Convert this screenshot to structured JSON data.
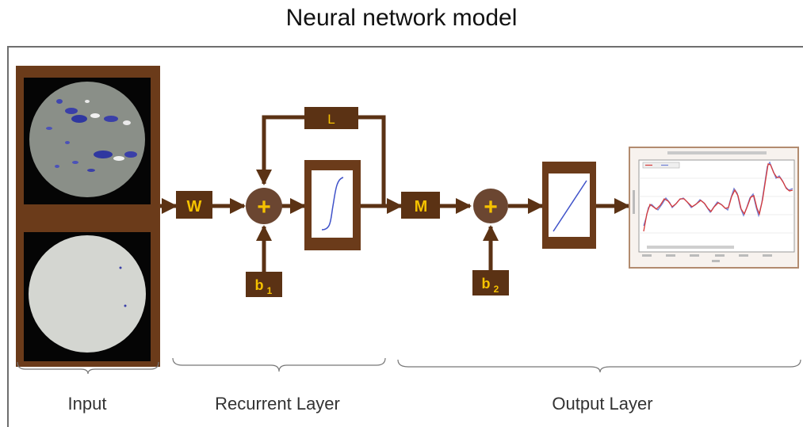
{
  "title": "Neural network model",
  "blocks": {
    "weight_w": "W",
    "weight_l": "L",
    "weight_m": "M",
    "bias_1_base": "b",
    "bias_1_sub": "1",
    "bias_2_base": "b",
    "bias_2_sub": "2",
    "sum_symbol": "+"
  },
  "sections": {
    "input": "Input",
    "recurrent": "Recurrent Layer",
    "output": "Output Layer"
  },
  "colors": {
    "brown": "#5b3214",
    "brown_fill": "#6b3b1a",
    "block_text": "#f5c200",
    "sun_gray": "#8a8f88",
    "sun_light": "#d4d6d1",
    "sigmoid_line": "#3f52c9",
    "plot_red": "#d63a3a",
    "plot_blue": "#6f7fd6"
  }
}
